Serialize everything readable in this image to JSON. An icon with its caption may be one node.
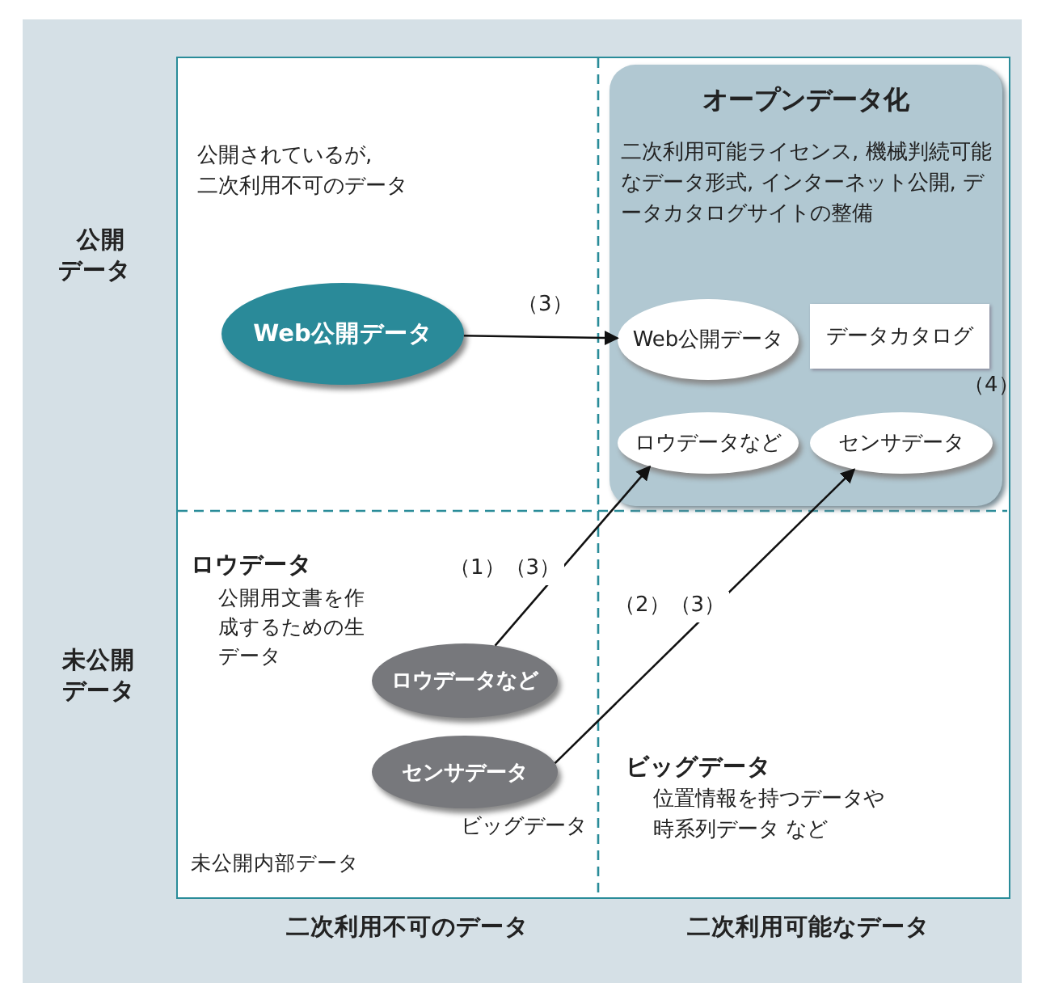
{
  "diagram": {
    "nodes": [
      {
        "text": [
          "オープンデータ化",
          "二次利用可能ライセンス, 機械判続可能なデータ形式, インターネット公開, データカタログサイトの整備"
        ]
      },
      {
        "text": [
          "Web公開データ"
        ],
        "in": 0
      },
      {
        "text": [
          "データカタログ"
        ],
        "in": 0
      },
      {
        "text": [
          "ロウデータなど"
        ],
        "in": 0
      },
      {
        "text": [
          "センサデータ"
        ],
        "in": 0
      },
      {
        "text": [
          "Web公開データ"
        ]
      },
      {
        "text": [
          "ロウデータなど"
        ]
      },
      {
        "text": [
          "センサデータ"
        ],
        "beside": [
          "ビッグデータ"
        ]
      }
    ],
    "edges": [
      {
        "from": 5,
        "to": 1,
        "arrow": "to",
        "label": "（3）"
      },
      {
        "from": 6,
        "to": 3,
        "arrow": "to",
        "label": "（1）（3）"
      },
      {
        "from": 7,
        "to": 4,
        "arrow": "to",
        "label": "（2）（3）"
      }
    ],
    "labels": [
      "公開されているが, 二次利用不可のデータ",
      "公開データ",
      "（4）",
      "ロウデータ",
      "公開用文書を作成するための生データ",
      "未公開データ",
      "ビッグデータ",
      "位置情報を持つデータや時系列データ など",
      "未公開内部データ",
      "二次利用不可のデータ",
      "二次利用可能なデータ"
    ]
  }
}
